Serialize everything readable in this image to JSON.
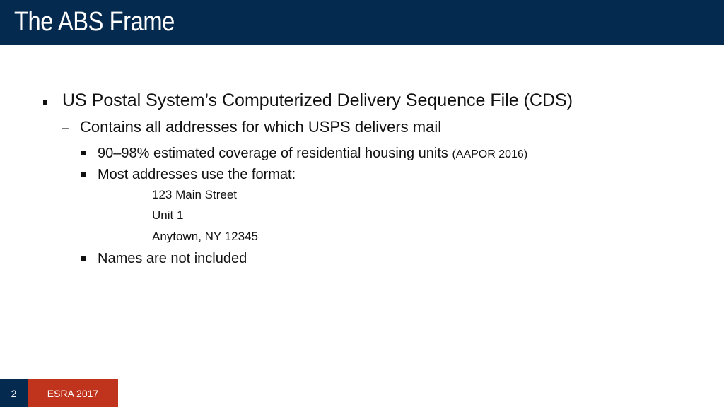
{
  "header": {
    "title": "The ABS Frame"
  },
  "content": {
    "level1": {
      "text": "US Postal System’s Computerized Delivery Sequence File (CDS)"
    },
    "level2": {
      "text": "Contains all addresses for which USPS delivers mail"
    },
    "level3": [
      {
        "text": "90–98% estimated coverage of residential housing units",
        "citation": "(AAPOR 2016)"
      },
      {
        "text": "Most addresses use the format:"
      },
      {
        "text": "Names are not included"
      }
    ],
    "address_lines": [
      "123 Main Street",
      "Unit 1",
      "Anytown, NY 12345"
    ]
  },
  "footer": {
    "page_number": "2",
    "event": "ESRA 2017"
  },
  "colors": {
    "header_bg": "#042a4f",
    "footer_accent": "#c0341d",
    "text": "#111111",
    "title_text": "#ffffff"
  }
}
